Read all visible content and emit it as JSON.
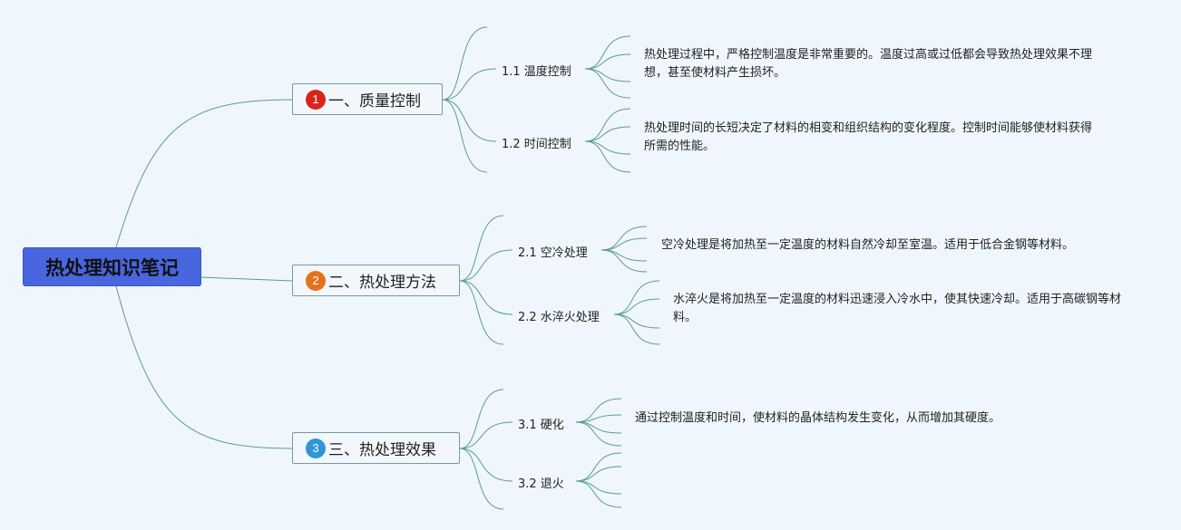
{
  "root": {
    "label": "热处理知识笔记"
  },
  "branches": [
    {
      "marker": "1",
      "marker_color": "#d9241b",
      "label": "一、质量控制",
      "children": [
        {
          "label": "1.1 温度控制",
          "note": "热处理过程中，严格控制温度是非常重要的。温度过高或过低都会导致热处理效果不理想，甚至使材料产生损坏。"
        },
        {
          "label": "1.2 时间控制",
          "note": "热处理时间的长短决定了材料的相变和组织结构的变化程度。控制时间能够使材料获得所需的性能。"
        }
      ]
    },
    {
      "marker": "2",
      "marker_color": "#e4731e",
      "label": "二、热处理方法",
      "children": [
        {
          "label": "2.1 空冷处理",
          "note": "空冷处理是将加热至一定温度的材料自然冷却至室温。适用于低合金钢等材料。"
        },
        {
          "label": "2.2 水淬火处理",
          "note": "水淬火是将加热至一定温度的材料迅速浸入冷水中，使其快速冷却。适用于高碳钢等材料。"
        }
      ]
    },
    {
      "marker": "3",
      "marker_color": "#2f95d6",
      "label": "三、热处理效果",
      "children": [
        {
          "label": "3.1 硬化",
          "note": "通过控制温度和时间，使材料的晶体结构发生变化，从而增加其硬度。"
        },
        {
          "label": "3.2 退火",
          "note": ""
        }
      ]
    }
  ],
  "colors": {
    "line": "#5b9c93",
    "root_fill": "#4766e0",
    "branch_border": "#6d9ea0",
    "background": "#eff6fd"
  }
}
